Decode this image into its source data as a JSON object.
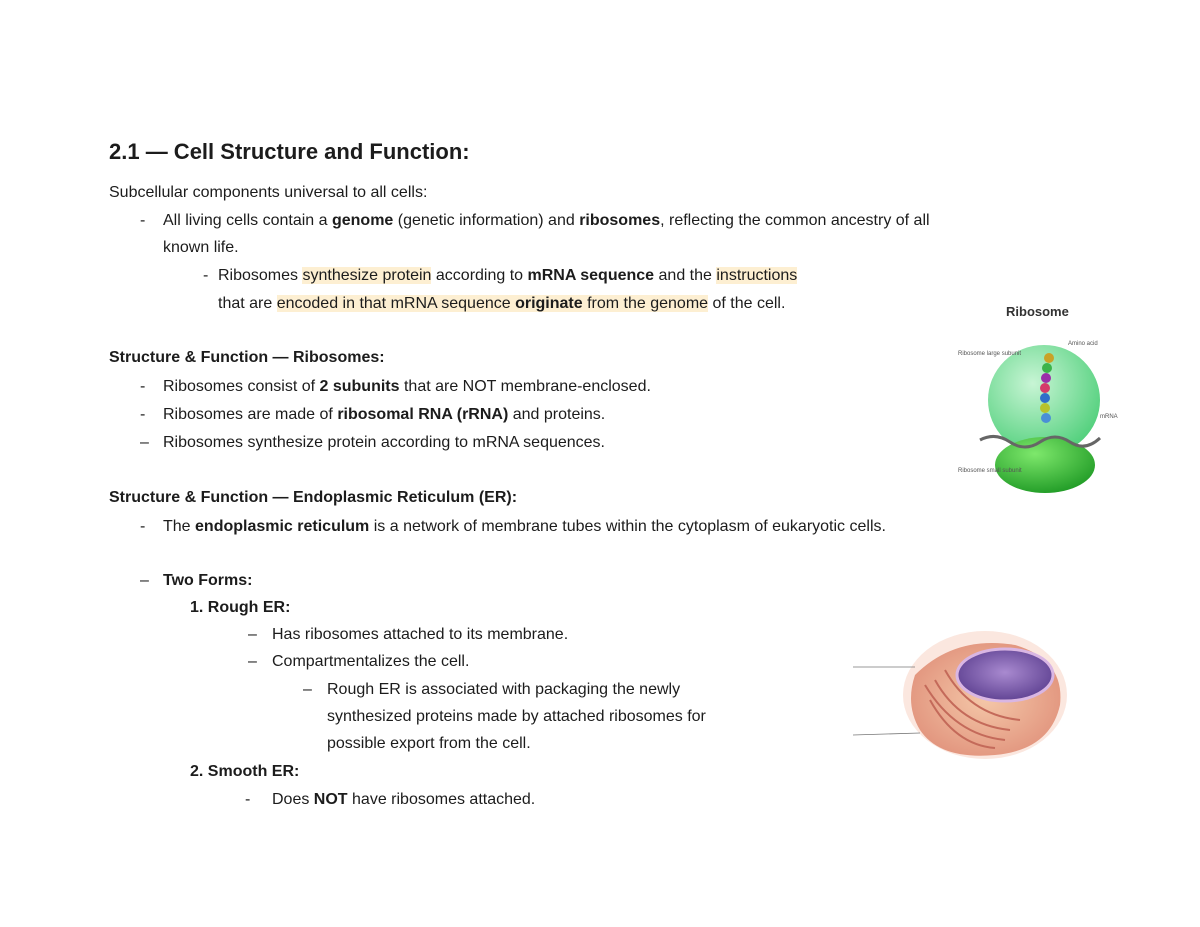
{
  "title": "2.1 — Cell Structure and Function:",
  "intro": "Subcellular components universal to all cells:",
  "dashes": {
    "hyphen": "-",
    "endash": "–"
  },
  "b1": {
    "t1": "All living cells contain a ",
    "k1": "genome",
    "t2": " (genetic information) and ",
    "k2": "ribosomes",
    "t3": ", reflecting the common ancestry of all",
    "cont": "known life."
  },
  "b1sub": {
    "t1": "Ribosomes ",
    "h1": "synthesize protein",
    "t2": " according to ",
    "k1": "mRNA sequence",
    "t3": " and the ",
    "h2": "instructions",
    "l2a": "that are ",
    "h3a": "encoded in that mRNA sequence ",
    "h3b": "originate",
    "h3c": " from the genome",
    "l2b": " of the cell."
  },
  "ribo": {
    "heading": "Structure & Function — Ribosomes:",
    "i1a": "Ribosomes consist of ",
    "i1b": "2 subunits",
    "i1c": " that are NOT membrane-enclosed.",
    "i2a": "Ribosomes are made of ",
    "i2b": "ribosomal RNA (rRNA)",
    "i2c": " and proteins.",
    "i3": "Ribosomes synthesize protein according to mRNA sequences."
  },
  "er": {
    "heading": "Structure & Function — Endoplasmic Reticulum (ER):",
    "i1a": "The ",
    "i1b": "endoplasmic reticulum",
    "i1c": " is a network of membrane tubes within the cytoplasm of eukaryotic cells.",
    "forms": "Two Forms:",
    "rough": "1.  Rough ER:",
    "r1": "Has ribosomes attached to its membrane.",
    "r2": "Compartmentalizes the cell.",
    "r3a": "Rough ER is associated with packaging the newly",
    "r3b": "synthesized proteins made by attached ribosomes for",
    "r3c": "possible export from the cell.",
    "smooth": "2.  Smooth ER:",
    "s1a": "Does ",
    "s1b": "NOT",
    "s1c": " have ribosomes attached."
  },
  "ribosome_figure": {
    "title": "Ribosome",
    "label_amino": "Amino acid",
    "label_large": "Ribosome large subunit",
    "label_mrna": "mRNA",
    "label_small": "Ribosome small subunit"
  },
  "colors": {
    "highlight": "#fdefd2",
    "large_subunit": "#7fe0a4",
    "small_subunit": "#2fc23a"
  }
}
